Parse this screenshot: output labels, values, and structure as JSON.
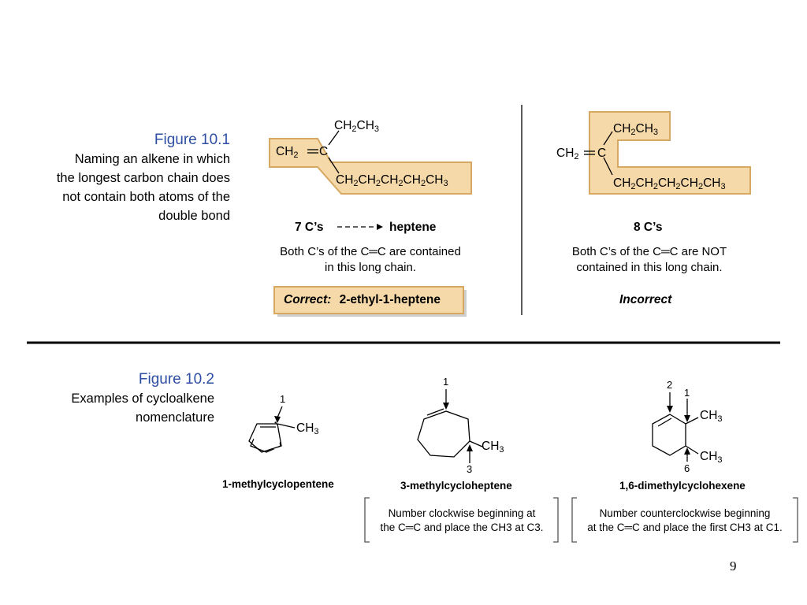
{
  "page_number": "9",
  "fig1": {
    "title": "Figure 10.1",
    "caption_lines": [
      "Naming an alkene in which",
      "the longest carbon chain does",
      "not contain both atoms of the",
      "double bond"
    ],
    "left": {
      "top_label": "CH2CH3",
      "count": "7 C’s",
      "name": "heptene",
      "note_lines": [
        "Both C’s of the C═C are contained",
        "in this long chain."
      ],
      "verdict_label": "Correct:",
      "verdict_name": "2-ethyl-1-heptene"
    },
    "right": {
      "count": "8 C’s",
      "note_lines": [
        "Both C’s of the C═C are NOT",
        "contained in this long chain."
      ],
      "verdict": "Incorrect"
    },
    "colors": {
      "highlight_fill": "#f6d9a8",
      "highlight_border": "#d6a862",
      "title_color": "#2d4ea2"
    }
  },
  "fig2": {
    "title": "Figure 10.2",
    "caption_lines": [
      "Examples of cycloalkene",
      "nomenclature"
    ],
    "molecules": [
      {
        "name": "1-methylcyclopentene",
        "numbers": [
          "1"
        ]
      },
      {
        "name": "3-methylcycloheptene",
        "numbers": [
          "1",
          "3"
        ]
      },
      {
        "name": "1,6-dimethylcyclohexene",
        "numbers": [
          "2",
          "1",
          "6"
        ]
      }
    ],
    "notes": [
      [
        "Number clockwise beginning at",
        "the C═C and place the CH3 at C3."
      ],
      [
        "Number counterclockwise beginning",
        "at the C═C and place the first CH3 at C1."
      ]
    ]
  }
}
